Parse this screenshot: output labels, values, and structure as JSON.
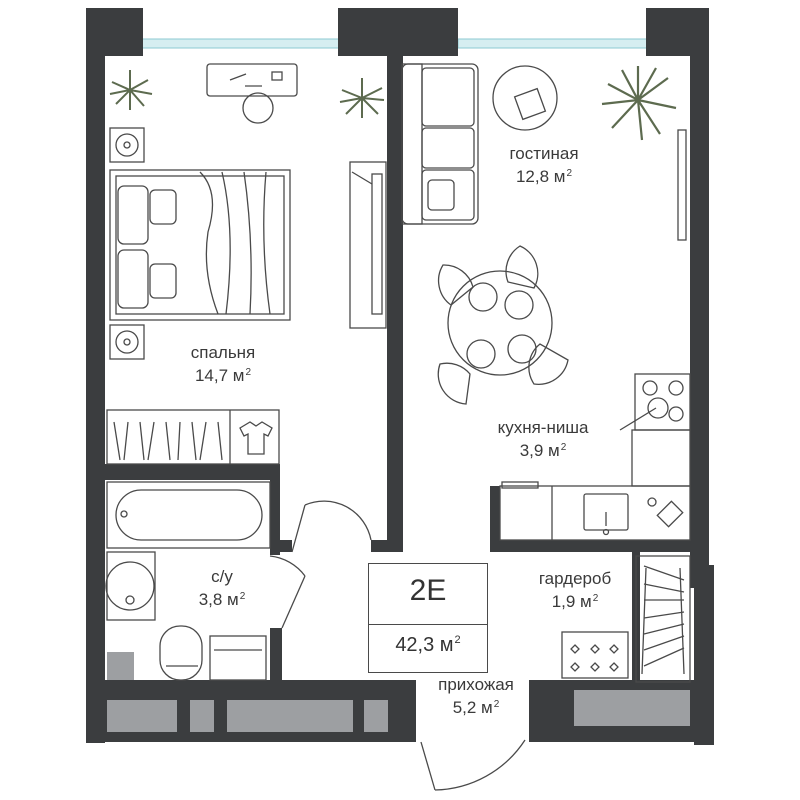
{
  "apartment": {
    "code": "2Е",
    "total_area_value": "42,3 м",
    "total_area_unit_sup": "2"
  },
  "rooms": {
    "living": {
      "name": "гостиная",
      "area": "12,8 м",
      "sup": "2"
    },
    "bedroom": {
      "name": "спальня",
      "area": "14,7 м",
      "sup": "2"
    },
    "kitchen": {
      "name": "кухня-ниша",
      "area": "3,9 м",
      "sup": "2"
    },
    "bathroom": {
      "name": "с/у",
      "area": "3,8 м",
      "sup": "2"
    },
    "wardrobe": {
      "name": "гардероб",
      "area": "1,9 м",
      "sup": "2"
    },
    "hallway": {
      "name": "прихожая",
      "area": "5,2 м",
      "sup": "2"
    }
  },
  "colors": {
    "wall": "#3b3d3f",
    "window_glass": "#bfe3e8",
    "furniture_line": "#4a4a4a",
    "plant": "#5d6b4f",
    "cabinet_fill": "#9d9fa2"
  },
  "icons": [
    "bed-icon",
    "sofa-icon",
    "dining-table-icon",
    "armchair-icon",
    "bathtub-icon",
    "toilet-icon",
    "sink-icon",
    "stove-icon",
    "kitchen-sink-icon",
    "desk-icon",
    "plant-icon",
    "tv-icon",
    "washing-machine-icon",
    "wardrobe-icon",
    "door-swing-icon"
  ]
}
